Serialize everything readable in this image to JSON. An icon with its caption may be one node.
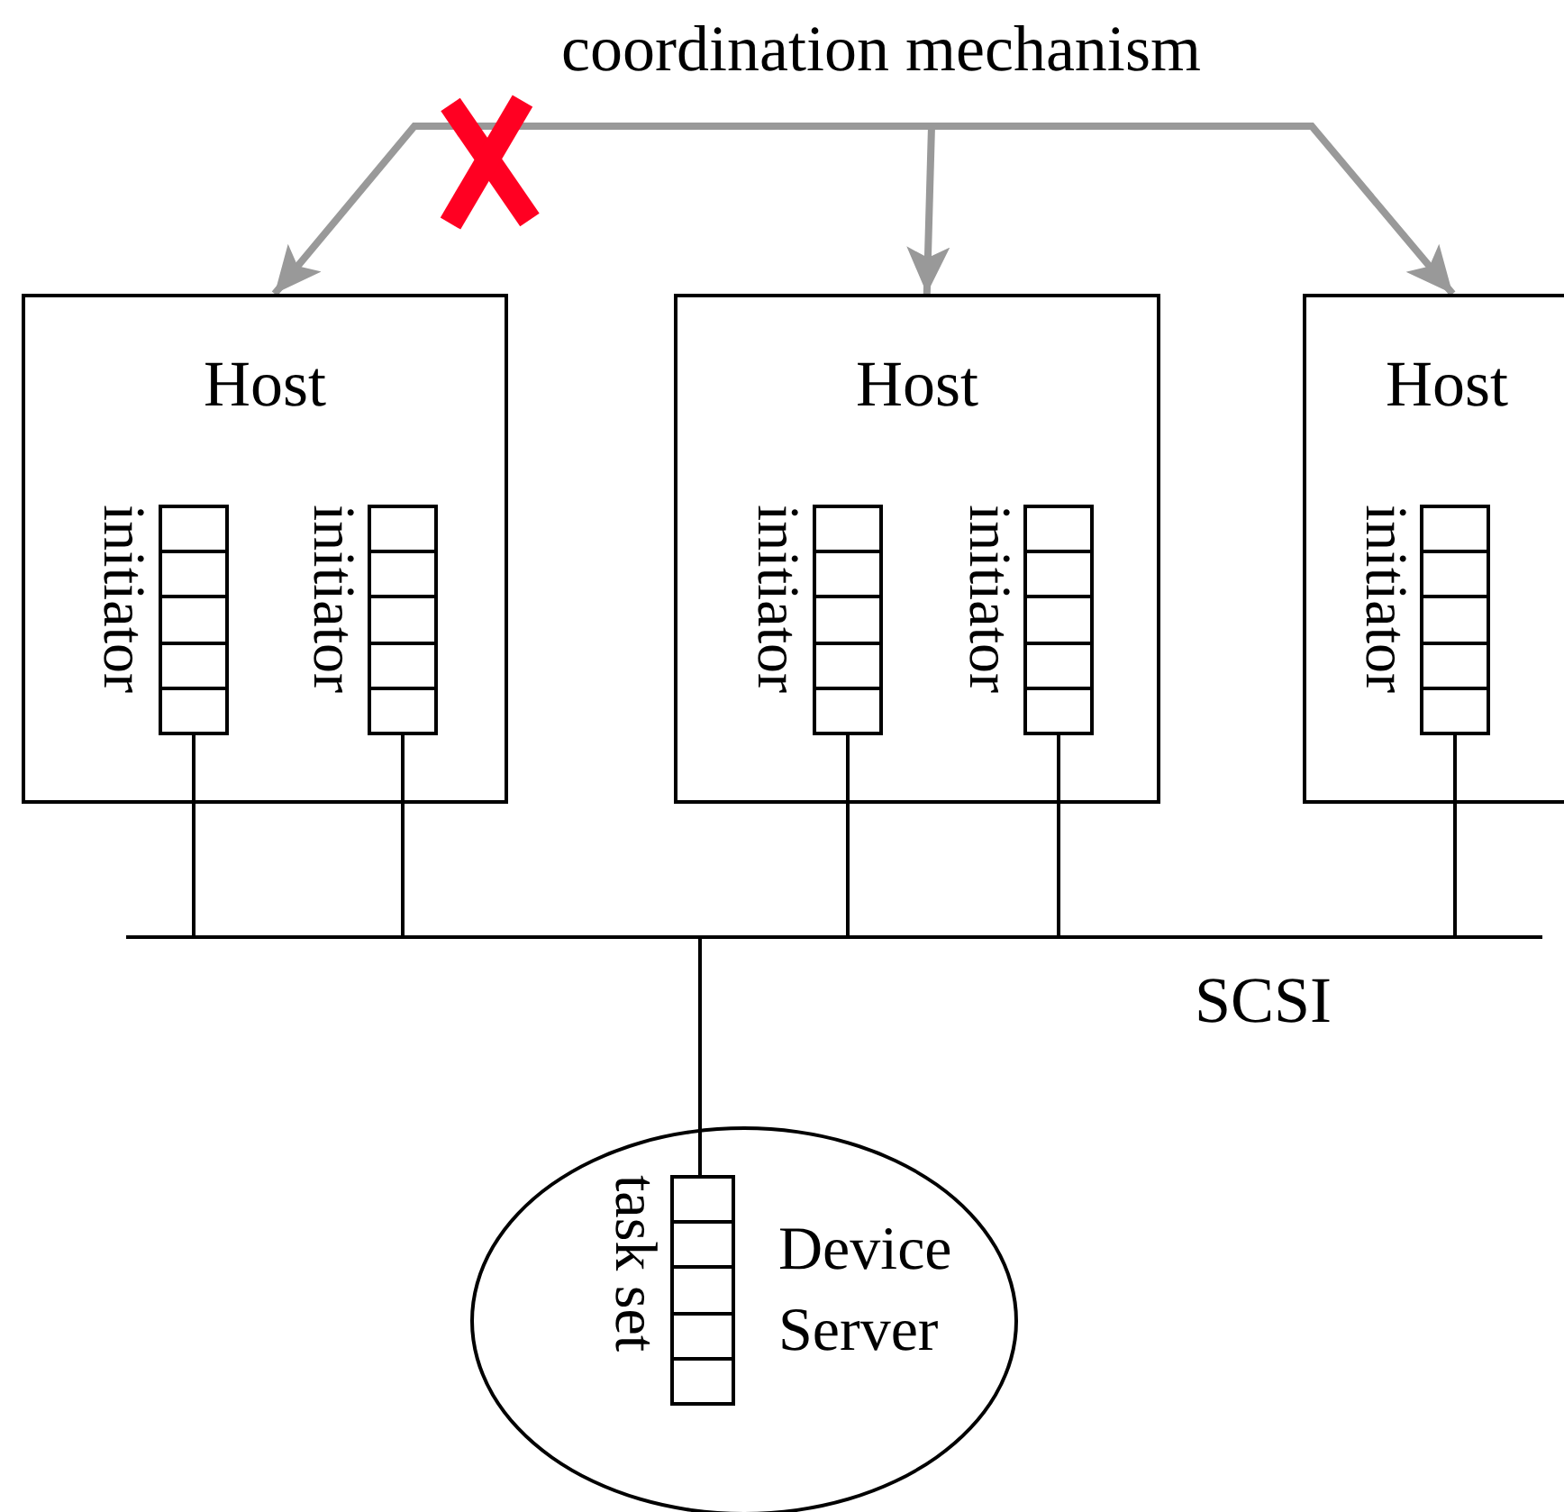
{
  "diagram": {
    "nodes": [
      {
        "text": [
          "coordination mechanism"
        ]
      },
      {
        "text": [
          "Host"
        ]
      },
      {
        "text": [
          "Host"
        ]
      },
      {
        "text": [
          "Host"
        ]
      },
      {
        "text": [
          "initiator"
        ],
        "in": 1
      },
      {
        "text": [
          "initiator"
        ],
        "in": 1
      },
      {
        "text": [
          "initiator"
        ],
        "in": 2
      },
      {
        "text": [
          "initiator"
        ],
        "in": 2
      },
      {
        "text": [
          "initiator"
        ],
        "in": 3
      },
      {
        "text": [],
        "shape": "bar",
        "beside": [
          "SCSI"
        ]
      },
      {
        "text": [
          "Device Server"
        ]
      },
      {
        "text": [
          "task set"
        ],
        "in": 10
      }
    ],
    "edges": [
      {
        "from": 0,
        "to": 1,
        "arrow": "to",
        "style": "thick",
        "color": "#999999"
      },
      {
        "from": 0,
        "to": 2,
        "arrow": "to",
        "style": "thick",
        "color": "#999999"
      },
      {
        "from": 0,
        "to": 3,
        "arrow": "to",
        "style": "thick",
        "color": "#999999"
      },
      {
        "from": 4,
        "to": 9,
        "arrow": "none"
      },
      {
        "from": 5,
        "to": 9,
        "arrow": "none"
      },
      {
        "from": 6,
        "to": 9,
        "arrow": "none"
      },
      {
        "from": 7,
        "to": 9,
        "arrow": "none"
      },
      {
        "from": 8,
        "to": 9,
        "arrow": "none"
      },
      {
        "from": 9,
        "to": 11,
        "arrow": "none"
      }
    ]
  }
}
